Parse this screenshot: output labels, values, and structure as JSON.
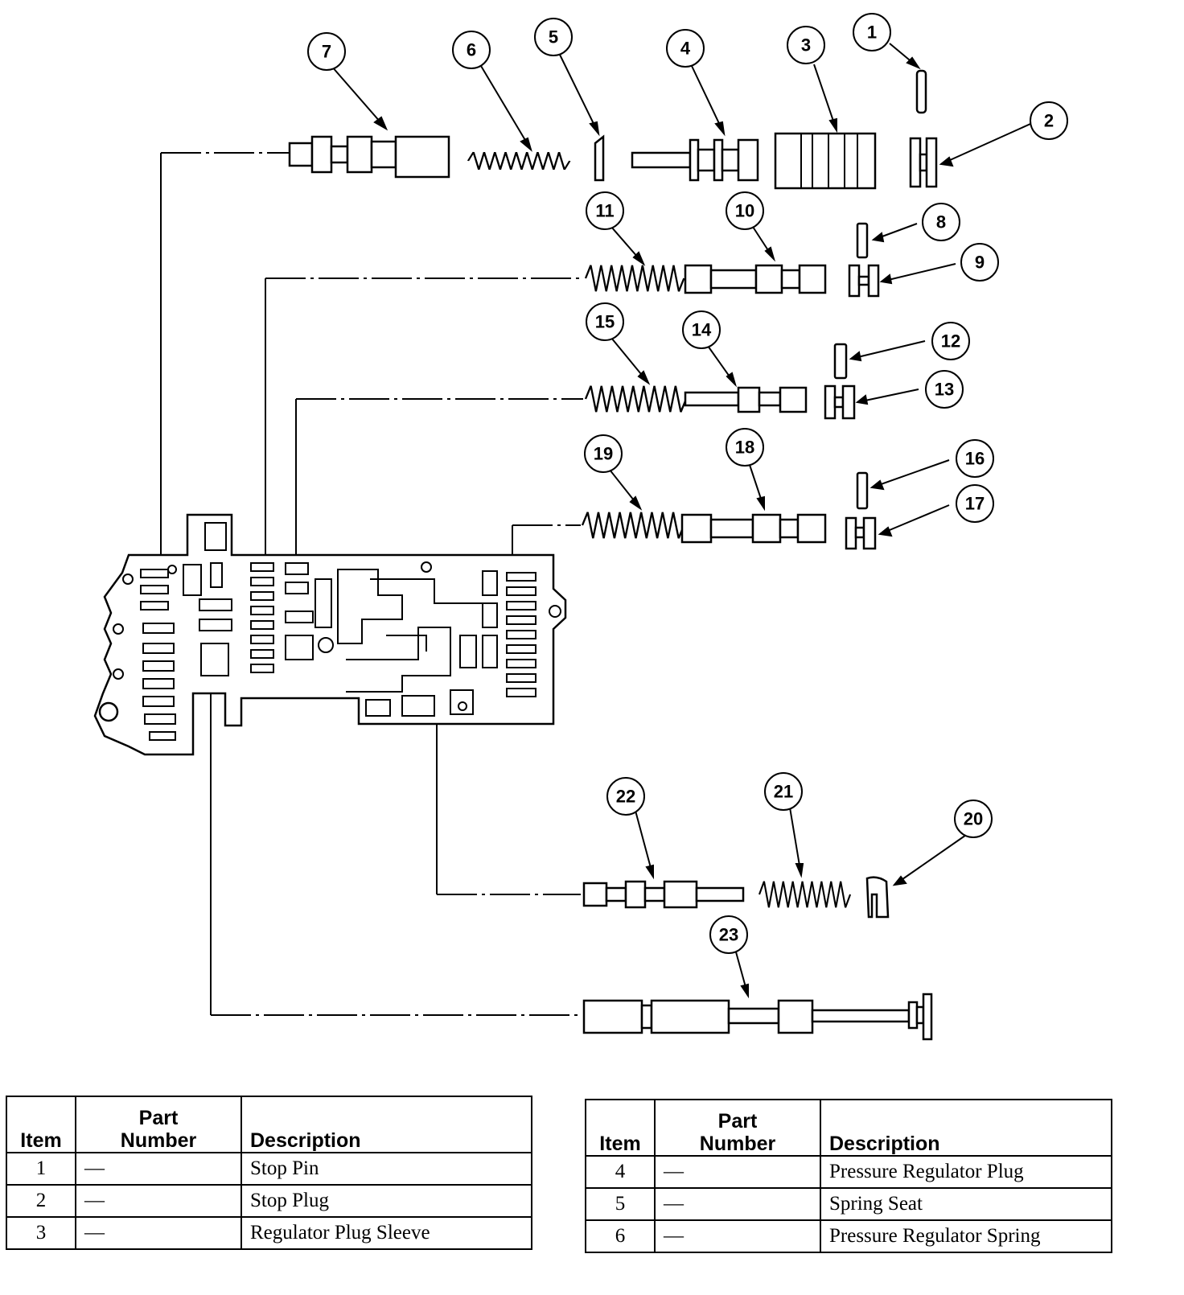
{
  "callouts": [
    "1",
    "2",
    "3",
    "4",
    "5",
    "6",
    "7",
    "8",
    "9",
    "10",
    "11",
    "12",
    "13",
    "14",
    "15",
    "16",
    "17",
    "18",
    "19",
    "20",
    "21",
    "22",
    "23"
  ],
  "tables": [
    {
      "headers": {
        "item": "Item",
        "part": "Part\nNumber",
        "desc": "Description"
      },
      "rows": [
        {
          "item": "1",
          "part": "—",
          "desc": "Stop Pin"
        },
        {
          "item": "2",
          "part": "—",
          "desc": "Stop Plug"
        },
        {
          "item": "3",
          "part": "—",
          "desc": "Regulator Plug Sleeve"
        }
      ]
    },
    {
      "headers": {
        "item": "Item",
        "part": "Part\nNumber",
        "desc": "Description"
      },
      "rows": [
        {
          "item": "4",
          "part": "—",
          "desc": "Pressure Regulator Plug"
        },
        {
          "item": "5",
          "part": "—",
          "desc": "Spring Seat"
        },
        {
          "item": "6",
          "part": "—",
          "desc": "Pressure Regulator Spring"
        }
      ]
    }
  ]
}
